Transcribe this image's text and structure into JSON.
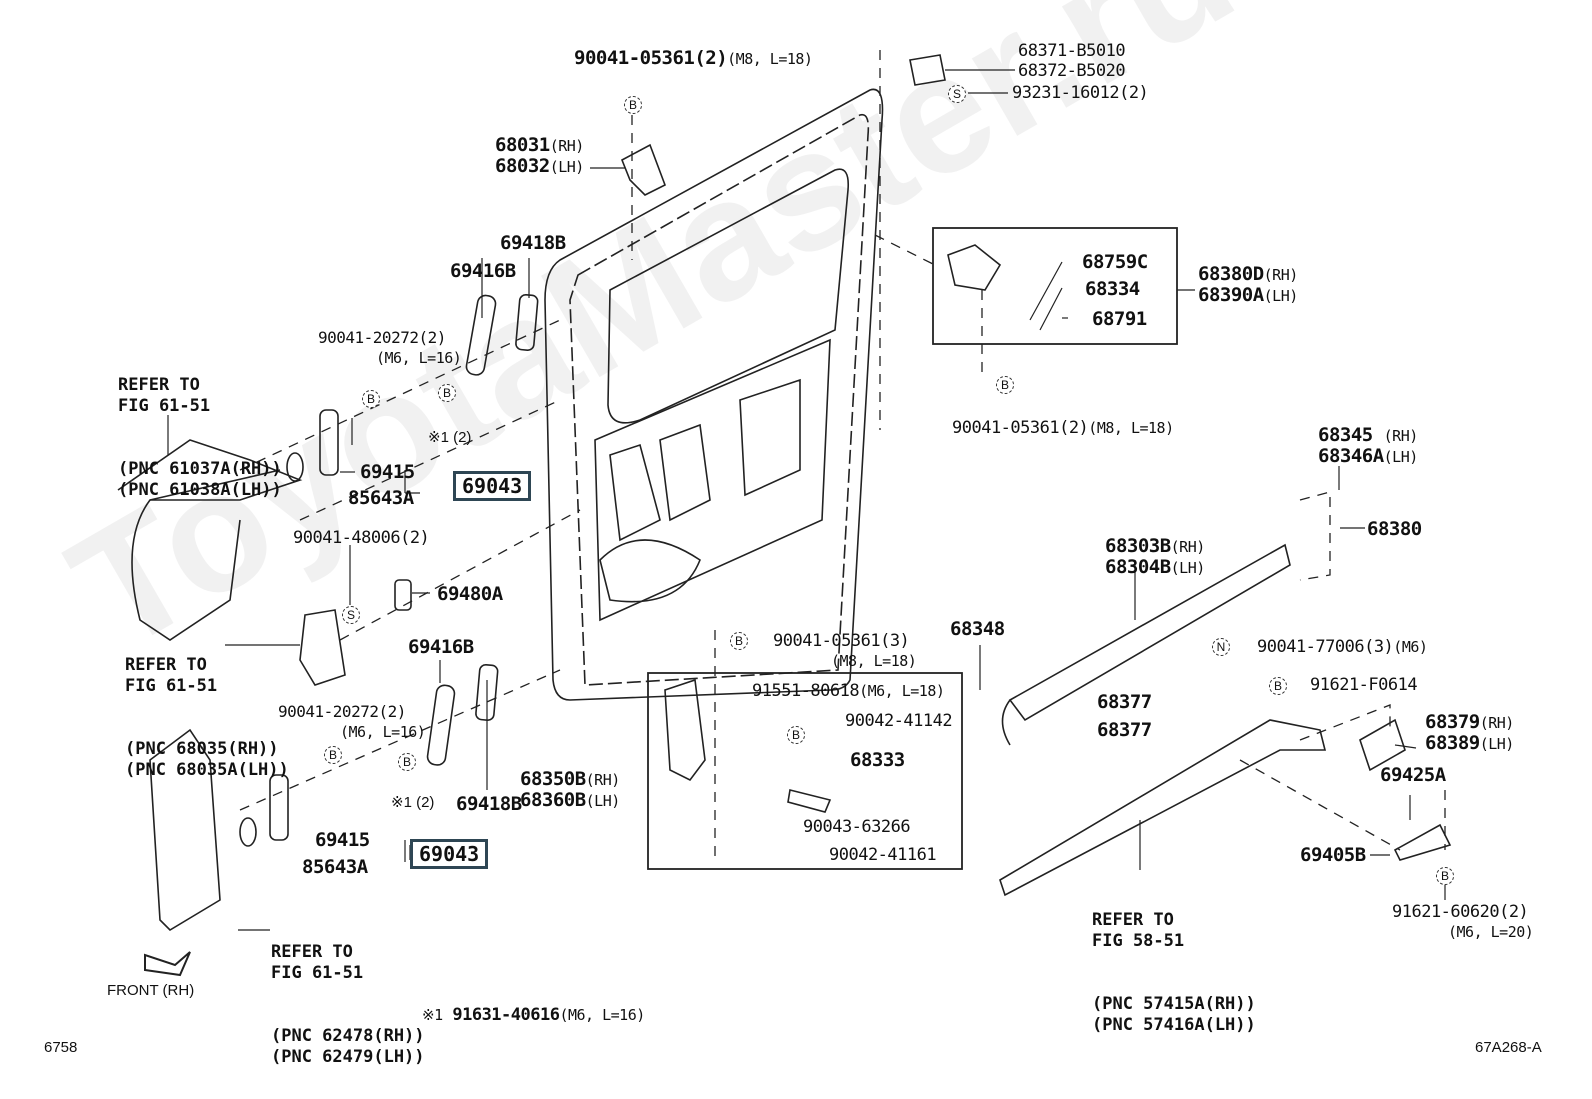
{
  "watermark": "ToyotaMaster.ru",
  "figure": {
    "page_number": "6758",
    "figure_code": "67A268-A"
  },
  "note": {
    "symbol": "※1",
    "part": "91631-40616",
    "spec": "(M6, L=16)"
  },
  "front_arrow": {
    "label": "FRONT (RH)"
  },
  "highlighted_parts": [
    "69043",
    "69043"
  ],
  "labels": {
    "p_90041_05361_top": {
      "part": "90041-05361(2)",
      "spec": "(M8, L=18)"
    },
    "p_68031": {
      "line1": "68031",
      "sfx1": "(RH)",
      "line2": "68032",
      "sfx2": "(LH)"
    },
    "p_68371": {
      "line1": "68371-B5010",
      "line2": "68372-B5020"
    },
    "p_93231": {
      "part": "93231-16012(2)",
      "symbol": "S"
    },
    "p_69418B_top": "69418B",
    "p_69416B_top": "69416B",
    "p_90041_20272_top": {
      "part": "90041-20272(2)",
      "spec": "(M6, L=16)"
    },
    "p_note1_top": "※1 (2)",
    "p_69415_top": "69415",
    "p_85643A_top": "85643A",
    "p_69043_top": "69043",
    "refer_top_left": [
      "REFER TO",
      "FIG 61-51",
      "(PNC 61037A(RH))",
      "(PNC 61038A(LH))"
    ],
    "p_90041_48006": "90041-48006(2)",
    "p_69480A": "69480A",
    "refer_mid_left": [
      "REFER TO",
      "FIG 61-51",
      "(PNC 68035(RH))",
      "(PNC 68035A(LH))"
    ],
    "p_69416B_bottom": "69416B",
    "p_90041_20272_bottom": {
      "part": "90041-20272(2)",
      "spec": "(M6, L=16)"
    },
    "p_note1_bottom": "※1 (2)",
    "p_69418B_bottom": "69418B",
    "p_69415_bottom": "69415",
    "p_85643A_bottom": "85643A",
    "p_69043_bottom": "69043",
    "refer_bottom_left": [
      "REFER TO",
      "FIG 61-51",
      "(PNC 62478(RH))",
      "(PNC 62479(LH))"
    ],
    "box_upper": {
      "p_68759C": "68759C",
      "p_68334": "68334",
      "p_68791": "68791",
      "assembly": {
        "line1": "68380D",
        "sfx1": "(RH)",
        "line2": "68390A",
        "sfx2": "(LH)"
      }
    },
    "p_90041_05361_right": {
      "part": "90041-05361(2)",
      "spec": "(M8, L=18)"
    },
    "p_68345": {
      "line1": "68345",
      "sfx1": "(RH)",
      "line2": "68346A",
      "sfx2": "(LH)"
    },
    "p_68380": "68380",
    "p_68303B": {
      "line1": "68303B",
      "sfx1": "(RH)",
      "line2": "68304B",
      "sfx2": "(LH)"
    },
    "p_68348": "68348",
    "p_90041_77006": {
      "part": "90041-77006(3)",
      "spec": "(M6)",
      "symbol": "N"
    },
    "p_68377_a": "68377",
    "p_68377_b": "68377",
    "p_91621_F0614": {
      "part": "91621-F0614",
      "symbol": "B"
    },
    "p_68379": {
      "line1": "68379",
      "sfx1": "(RH)",
      "line2": "68389",
      "sfx2": "(LH)"
    },
    "p_69425A": "69425A",
    "p_69405B": "69405B",
    "p_91621_60620": {
      "part": "91621-60620(2)",
      "spec": "(M6, L=20)"
    },
    "refer_bottom_right": [
      "REFER TO",
      "FIG 58-51",
      "(PNC 57415A(RH))",
      "(PNC 57416A(LH))"
    ],
    "p_90041_05361_mid": {
      "part": "90041-05361(3)",
      "spec": "(M8, L=18)",
      "symbol": "B"
    },
    "box_lower": {
      "p_91551": {
        "part": "91551-80618",
        "spec": "(M6, L=18)"
      },
      "p_90042_41142": "90042-41142",
      "p_68333": "68333",
      "p_90043_63266": "90043-63266",
      "p_90042_41161": "90042-41161",
      "assembly": {
        "line1": "68350B",
        "sfx1": "(RH)",
        "line2": "68360B",
        "sfx2": "(LH)"
      }
    }
  },
  "colors": {
    "highlight_border": "#2e4654",
    "ink": "#111111"
  }
}
